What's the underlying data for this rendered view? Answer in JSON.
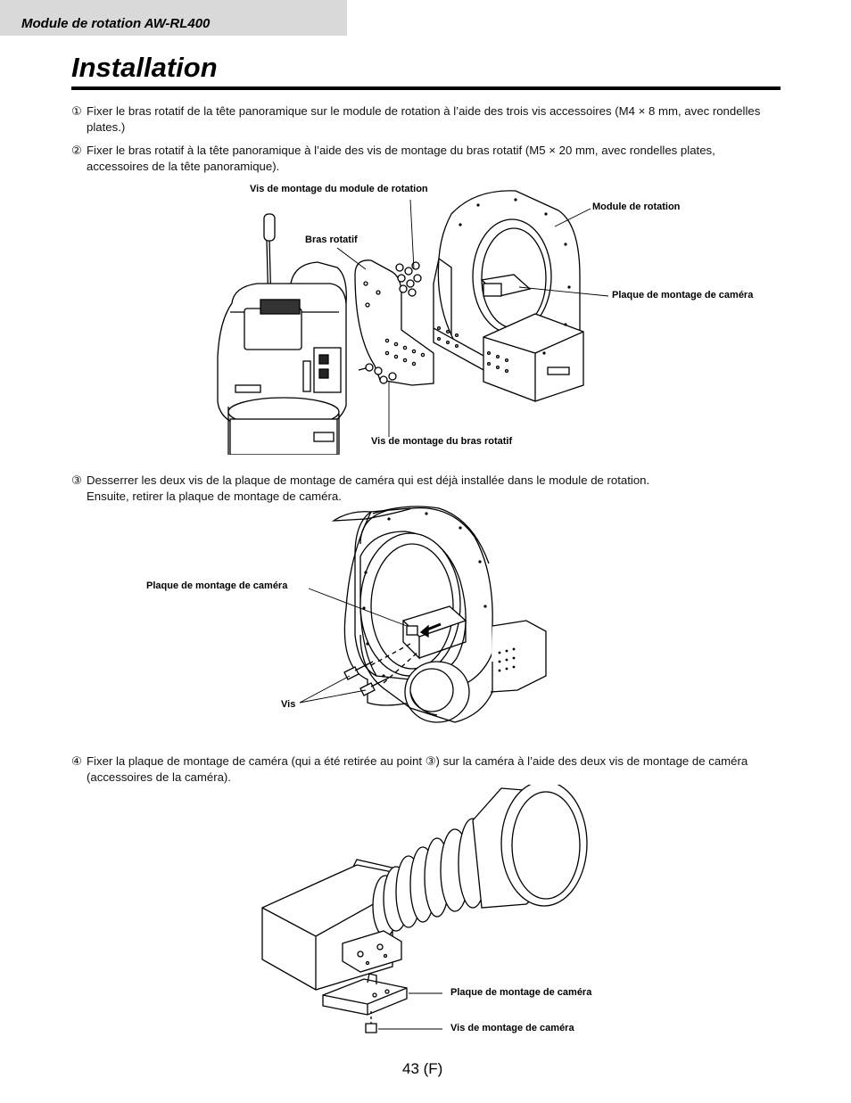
{
  "header": {
    "model_label": "Module de rotation  AW-RL400"
  },
  "page_title": "Installation",
  "steps": [
    {
      "num": "①",
      "text": "Fixer le bras rotatif de la tête panoramique sur le module de rotation à l’aide des trois vis accessoires (M4 × 8 mm, avec rondelles plates.)"
    },
    {
      "num": "②",
      "text": "Fixer le bras rotatif à la tête panoramique à l’aide des vis de montage du bras rotatif (M5 × 20 mm, avec rondelles plates, accessoires de la tête panoramique)."
    },
    {
      "num": "③",
      "text": "Desserrer les deux vis de la plaque de montage de caméra qui est déjà installée dans le module de rotation.",
      "text2": "Ensuite, retirer la plaque de montage de caméra."
    },
    {
      "num": "④",
      "text": "Fixer la plaque de montage de caméra (qui a été retirée au point ③) sur la caméra à l’aide des deux vis de montage de caméra (accessoires de la caméra)."
    }
  ],
  "figure1": {
    "labels": {
      "rotation_module_screws": "Vis de montage du module de rotation",
      "rotation_module": "Module de rotation",
      "rotary_arm": "Bras rotatif",
      "camera_mount_plate": "Plaque de montage de caméra",
      "rotary_arm_screws": "Vis de montage du bras rotatif"
    }
  },
  "figure2": {
    "labels": {
      "camera_mount_plate": "Plaque de montage de caméra",
      "screws": "Vis"
    }
  },
  "figure3": {
    "labels": {
      "camera_mount_plate": "Plaque de montage de caméra",
      "camera_mount_screws": "Vis de montage de caméra"
    }
  },
  "footer": {
    "page_number": "43 (F)"
  }
}
